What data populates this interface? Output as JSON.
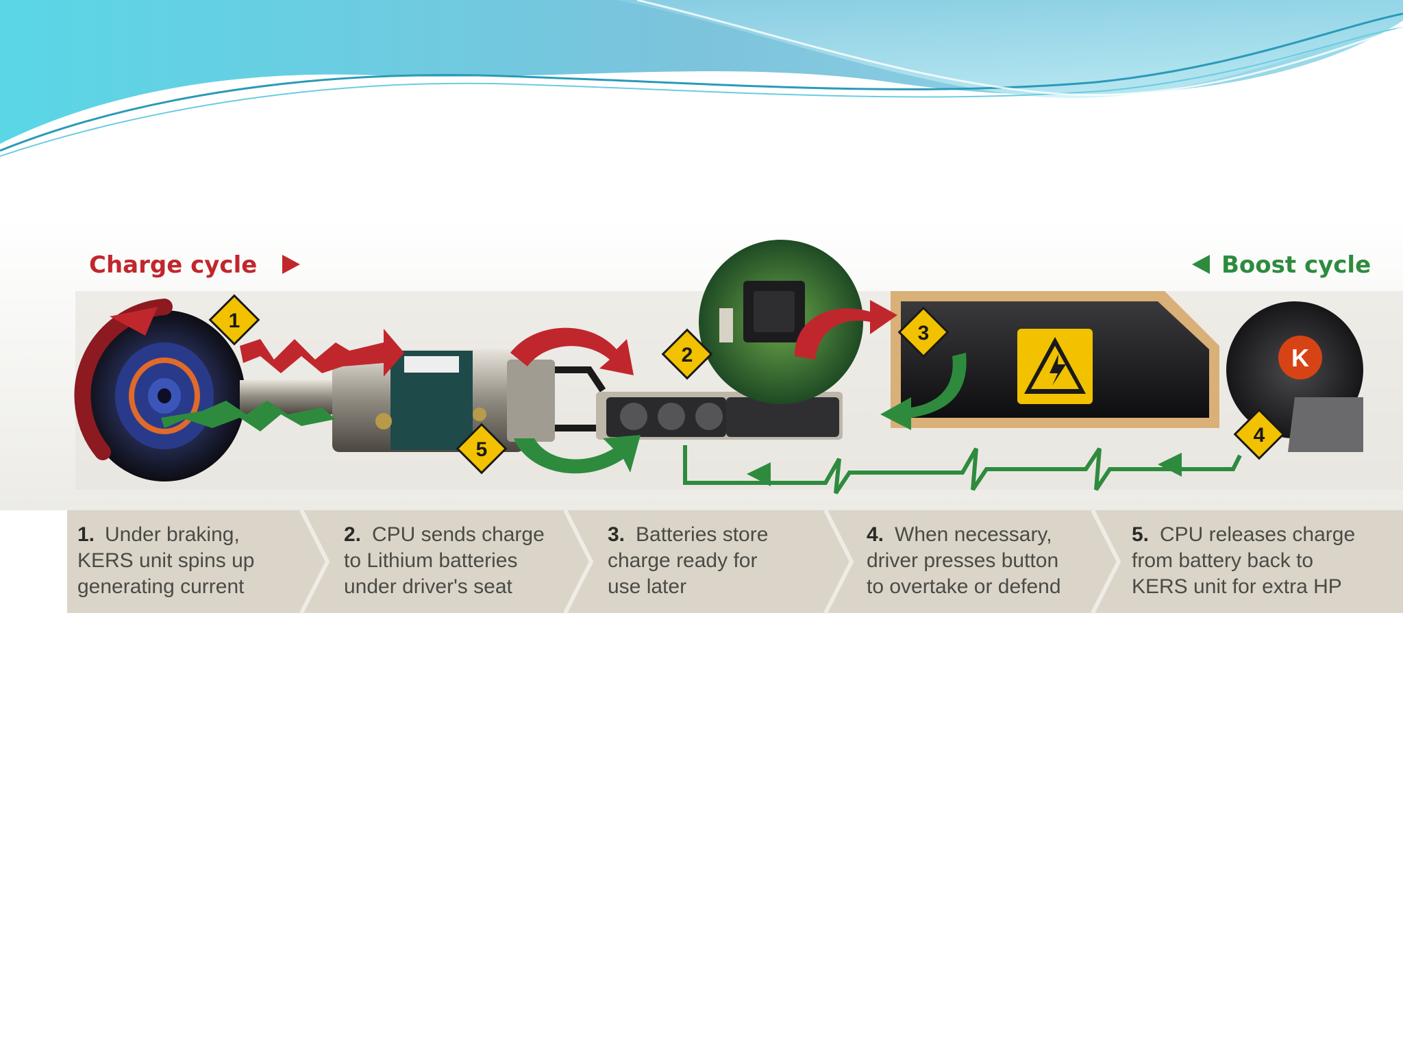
{
  "charge_label": "Charge cycle",
  "boost_label": "Boost cycle",
  "badges": [
    "1",
    "2",
    "3",
    "4",
    "5"
  ],
  "button_letter": "K",
  "steps": [
    {
      "num": "1.",
      "lines": [
        "Under braking,",
        "KERS unit spins up",
        "generating current"
      ]
    },
    {
      "num": "2.",
      "lines": [
        "CPU sends charge",
        "to Lithium batteries",
        "under driver's seat"
      ]
    },
    {
      "num": "3.",
      "lines": [
        "Batteries store",
        "charge ready for",
        "use later"
      ]
    },
    {
      "num": "4.",
      "lines": [
        "When necessary,",
        "driver presses button",
        "to overtake or defend"
      ]
    },
    {
      "num": "5.",
      "lines": [
        "CPU releases charge",
        "from battery back to",
        "KERS unit for extra HP"
      ]
    }
  ],
  "colors": {
    "charge_red": "#c0272d",
    "boost_green": "#2e8b3e",
    "badge_yellow": "#f2c200",
    "step_bar": "#dad5c8"
  },
  "icons": [
    "warning-high-voltage-icon",
    "chevron-right-icon",
    "chevron-left-icon"
  ]
}
